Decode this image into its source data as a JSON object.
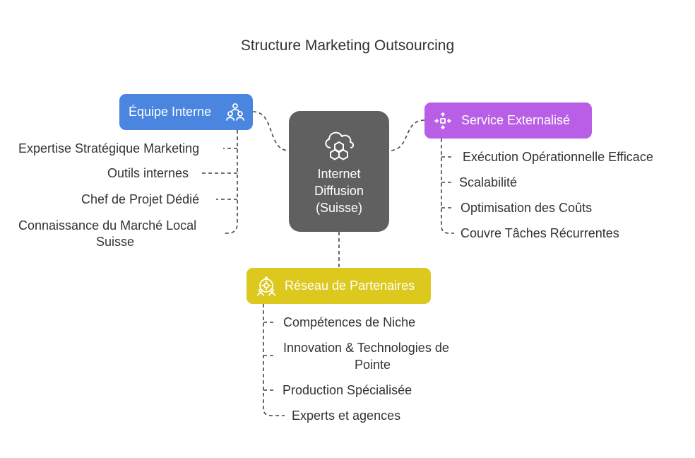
{
  "title": "Structure Marketing Outsourcing",
  "colors": {
    "internal": "#4a86e0",
    "external": "#b95fe6",
    "network": "#ddc81e",
    "center": "#606060",
    "connector": "#444444"
  },
  "center": {
    "label_lines": [
      "Internet",
      "Diffusion",
      "(Suisse)"
    ],
    "icon": "cloud-hexagon-icon"
  },
  "internal": {
    "label": "Équipe Interne",
    "icon": "team-people-icon",
    "items": [
      "Expertise Stratégique Marketing",
      "Outils internes",
      "Chef de Projet Dédié",
      "Connaissance du Marché Local",
      "Suisse"
    ]
  },
  "external": {
    "label": "Service Externalisé",
    "icon": "expand-arrows-icon",
    "items": [
      "Exécution Opérationnelle Efficace",
      "Scalabilité",
      "Optimisation des Coûts",
      "Couvre Tâches Récurrentes"
    ]
  },
  "network": {
    "label": "Réseau de Partenaires",
    "icon": "network-gear-people-icon",
    "items": [
      "Compétences de Niche",
      "Innovation & Technologies de",
      "Pointe",
      "Production Spécialisée",
      "Experts et agences"
    ]
  }
}
